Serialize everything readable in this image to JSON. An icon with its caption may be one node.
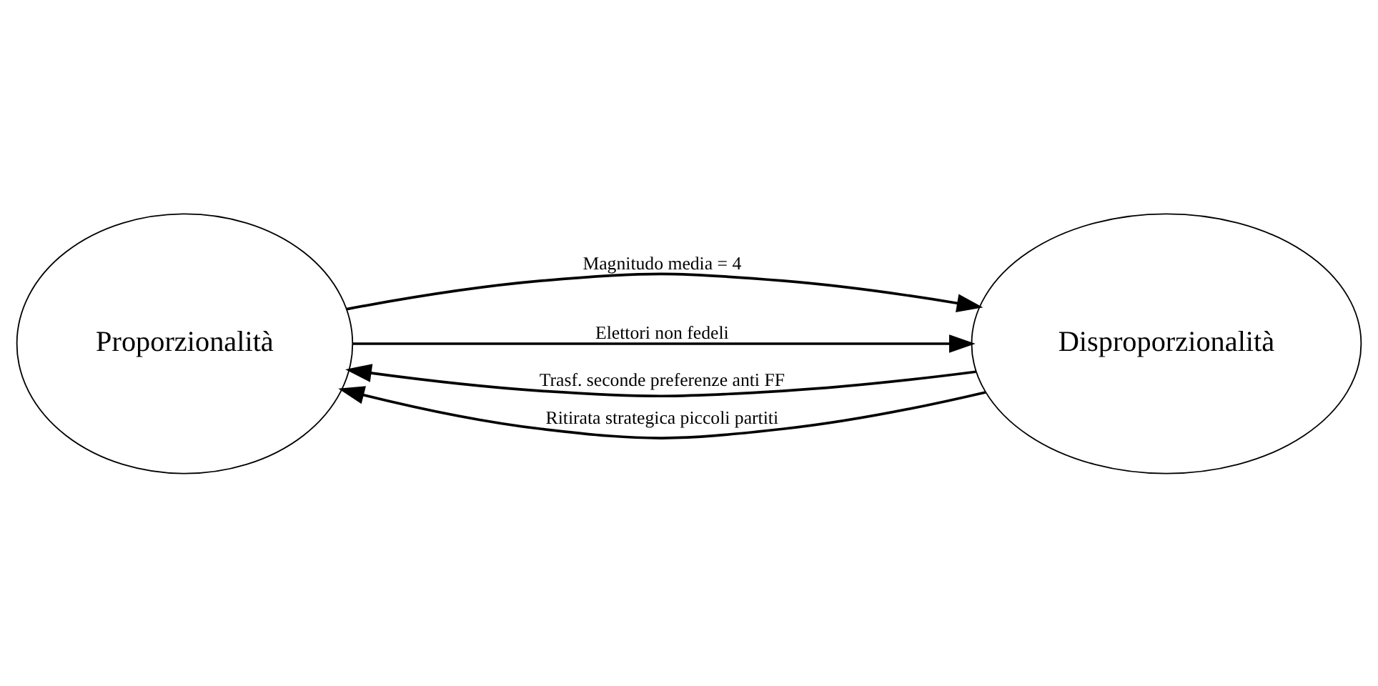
{
  "diagram": {
    "nodes": [
      {
        "text": [
          "Proporzionalità"
        ]
      },
      {
        "text": [
          "Disproporzionalità"
        ]
      }
    ],
    "edges": [
      {
        "from": 0,
        "to": 1,
        "arrow": "to",
        "label": "Magnitudo media = 4"
      },
      {
        "from": 1,
        "to": 0,
        "arrow": "to",
        "label": "Trasf. seconde preferenze anti FF"
      },
      {
        "from": 1,
        "to": 0,
        "arrow": "to",
        "label": "Ritirata strategica piccoli partiti"
      },
      {
        "from": 0,
        "to": 1,
        "arrow": "to",
        "label": "Elettori non fedeli"
      }
    ]
  }
}
